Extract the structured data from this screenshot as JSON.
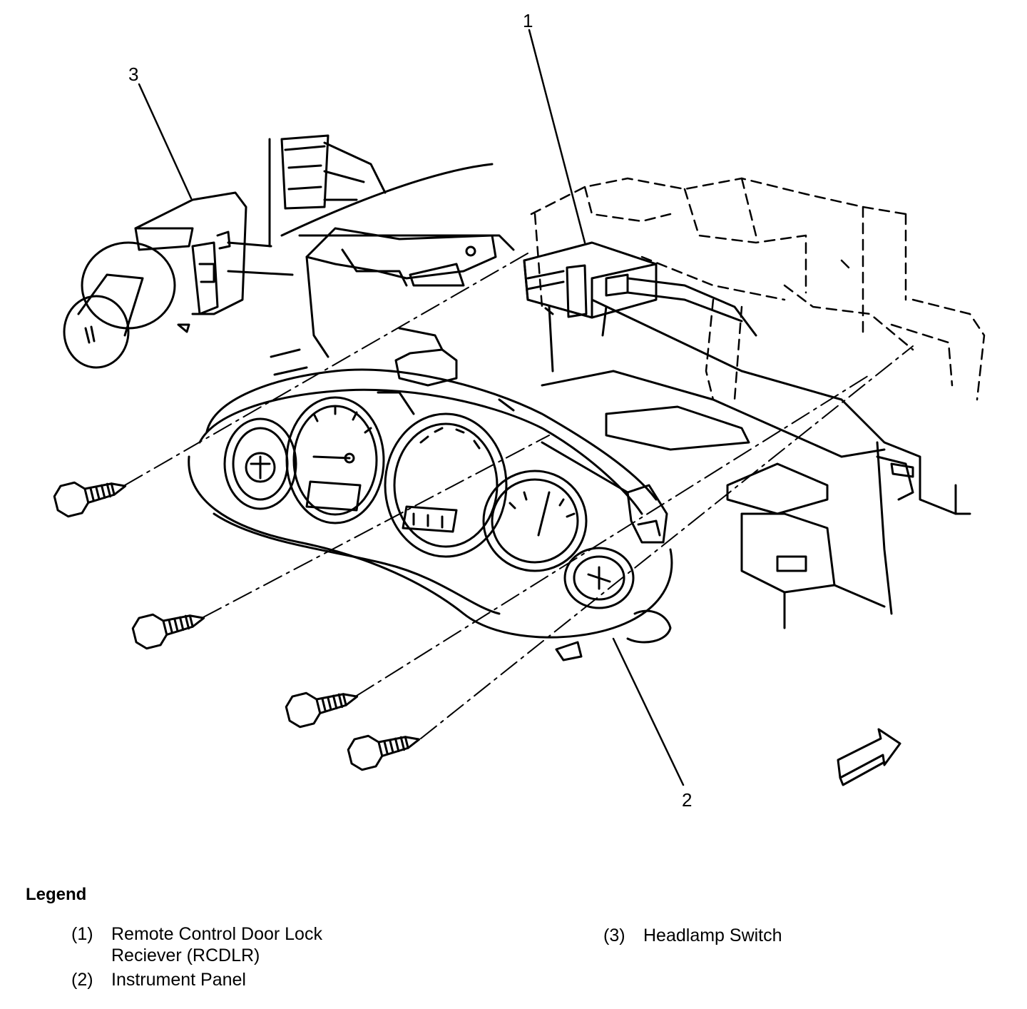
{
  "callouts": {
    "c1": "1",
    "c2": "2",
    "c3": "3"
  },
  "legend": {
    "title": "Legend",
    "items": [
      {
        "num": "(1)",
        "text": "Remote Control Door Lock\nReciever (RCDLR)"
      },
      {
        "num": "(2)",
        "text": "Instrument Panel"
      },
      {
        "num": "(3)",
        "text": "Headlamp Switch"
      }
    ]
  }
}
